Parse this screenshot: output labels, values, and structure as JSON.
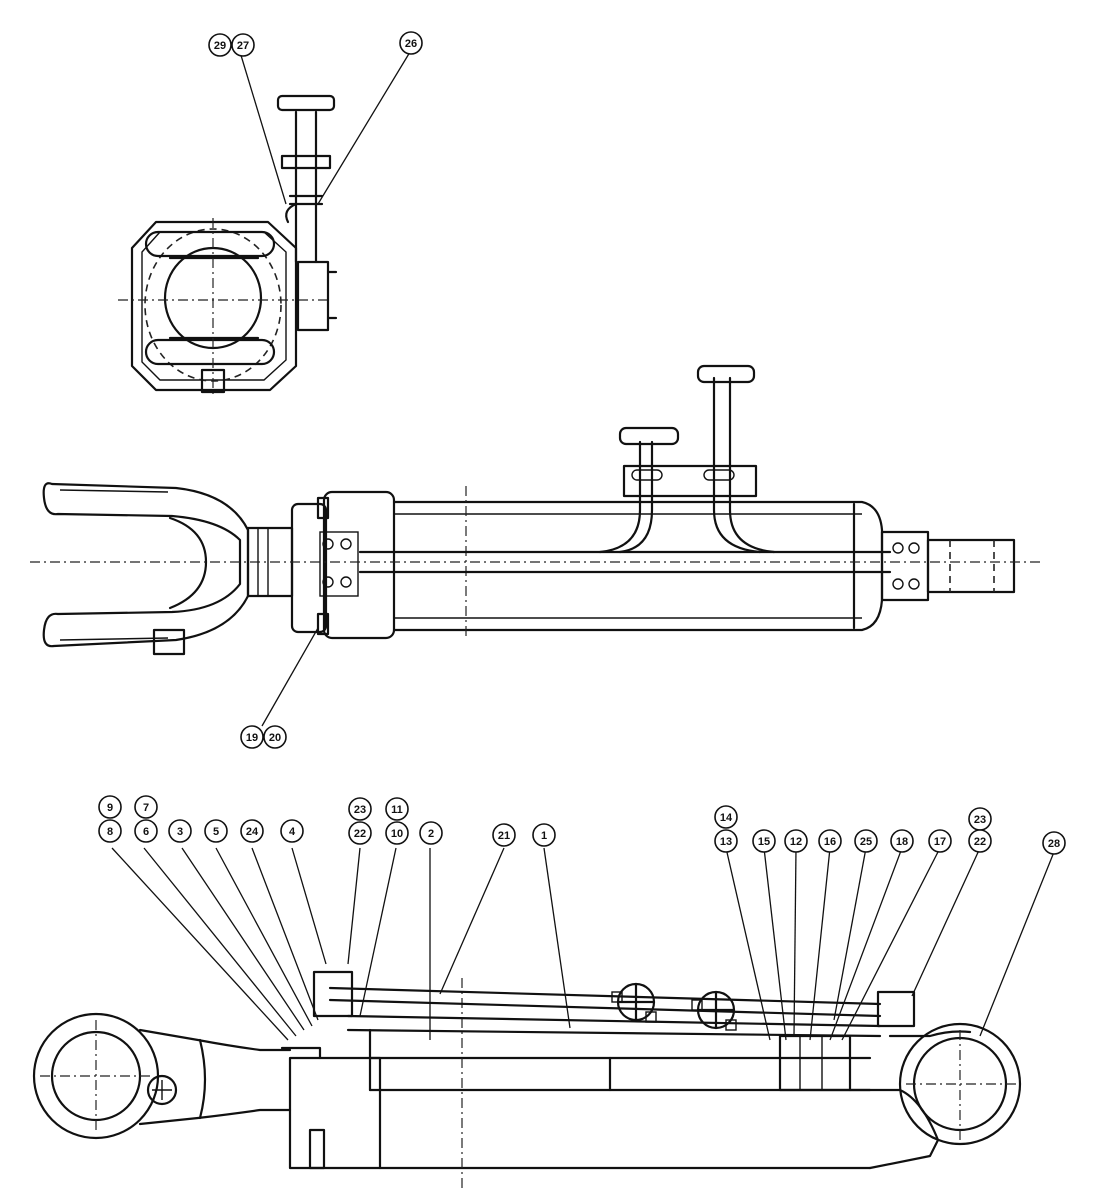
{
  "balloons": {
    "b1": "29",
    "b2": "27",
    "b3": "26",
    "b4": "19",
    "b5": "20",
    "b6": "9",
    "b7": "7",
    "b8": "8",
    "b9": "6",
    "b10": "3",
    "b11": "5",
    "b12": "24",
    "b13": "4",
    "b14": "23",
    "b15": "11",
    "b16": "22",
    "b17": "10",
    "b18": "2",
    "b19": "21",
    "b20": "1",
    "b21": "14",
    "b22": "13",
    "b23": "15",
    "b24": "12",
    "b25": "16",
    "b26": "25",
    "b27": "18",
    "b28": "17",
    "b29": "23",
    "b30": "22",
    "b31": "28"
  }
}
